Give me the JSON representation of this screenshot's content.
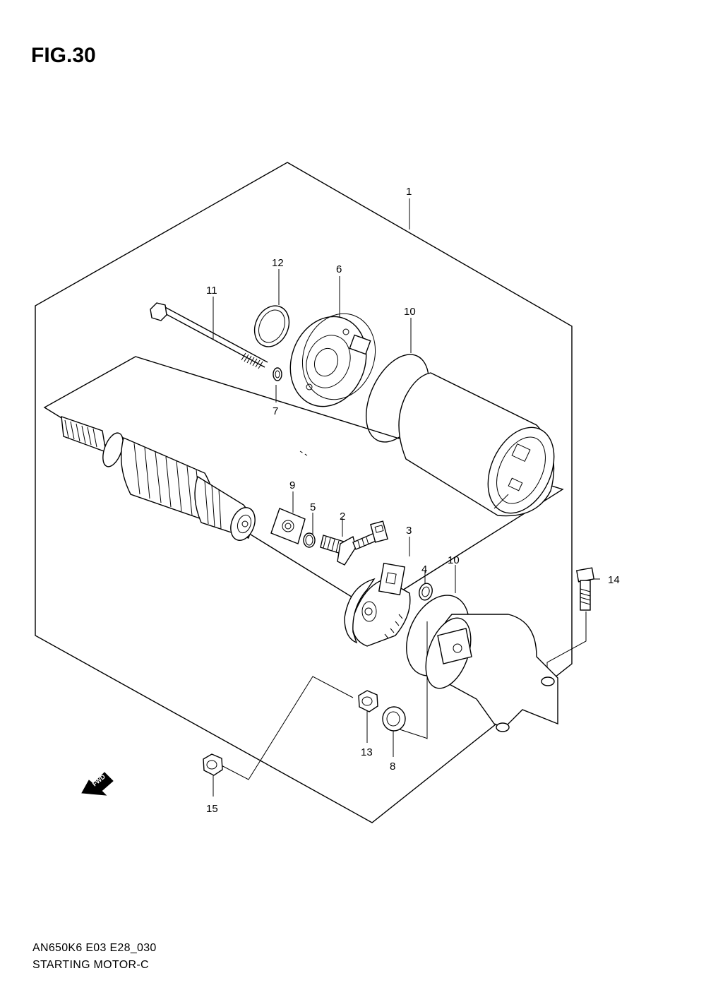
{
  "figure": {
    "title": "FIG.30",
    "code": "AN650K6 E03 E28_030",
    "name": "STARTING MOTOR-C"
  },
  "direction_marker": {
    "label": "FWD",
    "icon": "fwd-arrow-icon"
  },
  "callouts": [
    {
      "id": "c1",
      "label": "1"
    },
    {
      "id": "c2",
      "label": "2"
    },
    {
      "id": "c3",
      "label": "3"
    },
    {
      "id": "c4",
      "label": "4"
    },
    {
      "id": "c5",
      "label": "5"
    },
    {
      "id": "c6",
      "label": "6"
    },
    {
      "id": "c7",
      "label": "7"
    },
    {
      "id": "c8",
      "label": "8"
    },
    {
      "id": "c9",
      "label": "9"
    },
    {
      "id": "c10a",
      "label": "10"
    },
    {
      "id": "c10b",
      "label": "10"
    },
    {
      "id": "c11",
      "label": "11"
    },
    {
      "id": "c12",
      "label": "12"
    },
    {
      "id": "c13",
      "label": "13"
    },
    {
      "id": "c14",
      "label": "14"
    },
    {
      "id": "c15",
      "label": "15"
    }
  ]
}
